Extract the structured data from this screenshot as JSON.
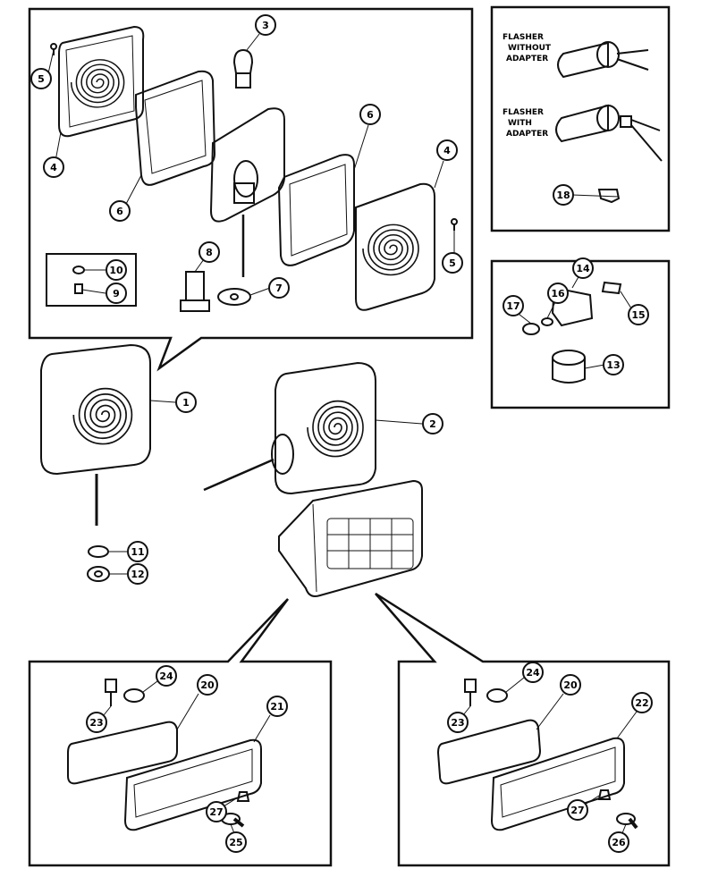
{
  "flasher": {
    "without_adapter": [
      "FLASHER",
      "WITHOUT",
      "ADAPTER"
    ],
    "with_adapter": [
      "FLASHER",
      "WITH",
      "ADAPTER"
    ]
  },
  "callouts": [
    {
      "id": "c5a",
      "text": "5"
    },
    {
      "id": "c3",
      "text": "3"
    },
    {
      "id": "c4a",
      "text": "4"
    },
    {
      "id": "c6a",
      "text": "6"
    },
    {
      "id": "c6b",
      "text": "6"
    },
    {
      "id": "c4b",
      "text": "4"
    },
    {
      "id": "c5b",
      "text": "5"
    },
    {
      "id": "c8",
      "text": "8"
    },
    {
      "id": "c7",
      "text": "7"
    },
    {
      "id": "c10",
      "text": "10"
    },
    {
      "id": "c9",
      "text": "9"
    },
    {
      "id": "c18",
      "text": "18"
    },
    {
      "id": "c14",
      "text": "14"
    },
    {
      "id": "c16",
      "text": "16"
    },
    {
      "id": "c17",
      "text": "17"
    },
    {
      "id": "c15",
      "text": "15"
    },
    {
      "id": "c13",
      "text": "13"
    },
    {
      "id": "c1",
      "text": "1"
    },
    {
      "id": "c2",
      "text": "2"
    },
    {
      "id": "c11",
      "text": "11"
    },
    {
      "id": "c12",
      "text": "12"
    },
    {
      "id": "c24a",
      "text": "24"
    },
    {
      "id": "c20a",
      "text": "20"
    },
    {
      "id": "c23a",
      "text": "23"
    },
    {
      "id": "c21",
      "text": "21"
    },
    {
      "id": "c27a",
      "text": "27"
    },
    {
      "id": "c25",
      "text": "25"
    },
    {
      "id": "c24b",
      "text": "24"
    },
    {
      "id": "c20b",
      "text": "20"
    },
    {
      "id": "c23b",
      "text": "23"
    },
    {
      "id": "c22",
      "text": "22"
    },
    {
      "id": "c27b",
      "text": "27"
    },
    {
      "id": "c26",
      "text": "26"
    }
  ]
}
